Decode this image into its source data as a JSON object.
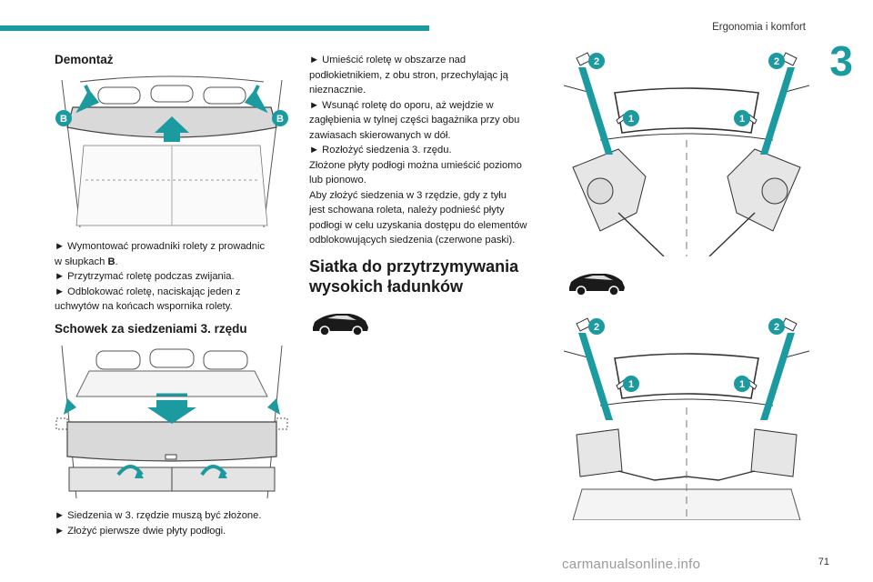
{
  "header": {
    "title": "Ergonomia i komfort",
    "chapter": "3"
  },
  "page_number": "71",
  "watermark": "carmanualsonline.info",
  "col1": {
    "section1_title": "Demontaż",
    "fig1_labels": {
      "left": "B",
      "right": "B"
    },
    "section1_lines": [
      "► Wymontować prowadniki rolety z prowadnic",
      "w słupkach ",
      "► Przytrzymać roletę podczas zwijania.",
      "► Odblokować roletę, naciskając jeden z",
      "uchwytów na końcach wspornika rolety."
    ],
    "section1_bold_B": "B",
    "section1_period": ".",
    "section2_title": "Schowek za siedzeniami 3. rzędu",
    "section2_lines": [
      "► Siedzenia w 3. rzędzie muszą być złożone.",
      "► Złożyć pierwsze dwie płyty podłogi."
    ]
  },
  "col2": {
    "lines": [
      "► Umieścić roletę w obszarze nad",
      "podłokietnikiem, z obu stron, przechylając ją",
      "nieznacznie.",
      "► Wsunąć roletę do oporu, aż wejdzie w",
      "zagłębienia w tylnej części bagażnika przy obu",
      "zawiasach skierowanych w dół.",
      "► Rozłożyć siedzenia 3. rzędu.",
      "Złożone płyty podłogi można umieścić poziomo",
      "lub pionowo.",
      "Aby złożyć siedzenia w 3  rzędzie, gdy z tyłu",
      "jest schowana roleta, należy podnieść płyty",
      "podłogi w celu uzyskania dostępu do elementów",
      "odblokowujących siedzenia (czerwone paski)."
    ],
    "section_title_line1": "Siatka do przytrzymywania",
    "section_title_line2": "wysokich ładunków"
  },
  "col3": {
    "fig_labels": {
      "one": "1",
      "two": "2"
    }
  },
  "colors": {
    "accent": "#1b9aa0",
    "line": "#333333",
    "fill_grey": "#d9d9d9"
  }
}
